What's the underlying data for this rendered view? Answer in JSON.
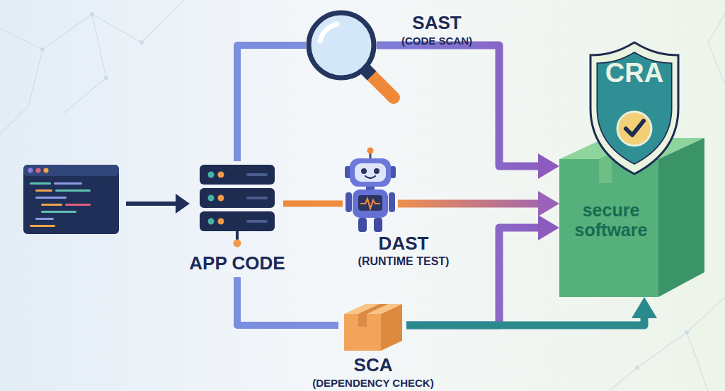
{
  "diagram": {
    "nodes": [
      {
        "text": [
          "APP CODE"
        ]
      },
      {
        "text": [
          "SAST",
          "(CODE SCAN)"
        ]
      },
      {
        "text": [
          "DAST",
          "(RUNTIME TEST)"
        ]
      },
      {
        "text": [
          "SCA",
          "(DEPENDENCY CHECK)"
        ]
      },
      {
        "text": [
          "secure software"
        ]
      },
      {
        "text": [
          "CRA"
        ]
      }
    ],
    "edges": [
      {
        "from": 0,
        "to": 1,
        "arrow": "none"
      },
      {
        "from": 1,
        "to": 4,
        "arrow": "to"
      },
      {
        "from": 0,
        "to": 2,
        "arrow": "none"
      },
      {
        "from": 2,
        "to": 4,
        "arrow": "to"
      },
      {
        "from": 0,
        "to": 3,
        "arrow": "none"
      },
      {
        "from": 3,
        "to": 4,
        "arrow": "to"
      },
      {
        "from": 3,
        "to": 4,
        "arrow": "to"
      }
    ]
  }
}
